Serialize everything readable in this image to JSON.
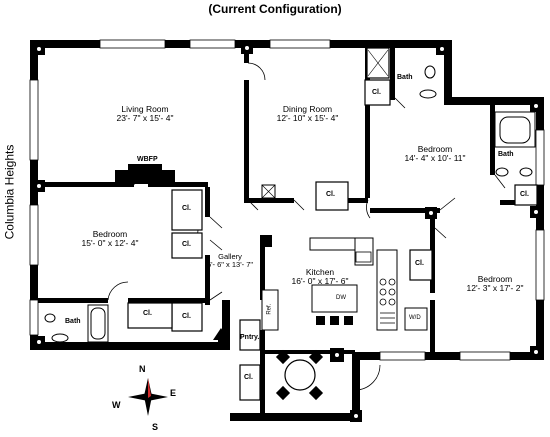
{
  "title": "(Current Configuration)",
  "side_label": "Columbia Heights",
  "rooms": {
    "living_room": {
      "name": "Living Room",
      "dims": "23'- 7\" x 15'- 4\""
    },
    "dining_room": {
      "name": "Dining Room",
      "dims": "12'- 10\" x 15'- 4\""
    },
    "bedroom_1": {
      "name": "Bedroom",
      "dims": "15'- 0\" x 12'- 4\""
    },
    "bedroom_2": {
      "name": "Bedroom",
      "dims": "14'- 4\" x 10'- 11\""
    },
    "bedroom_3": {
      "name": "Bedroom",
      "dims": "12'- 3\" x 17'- 2\""
    },
    "gallery": {
      "name": "Gallery",
      "dims": "6'- 6\" x 13'- 7\""
    },
    "kitchen": {
      "name": "Kitchen",
      "dims": "16'- 0\" x 17'- 6\""
    }
  },
  "labels": {
    "wbfp": "WBFP",
    "bath": "Bath",
    "closet": "Cl.",
    "pantry": "Pntry.",
    "refrigerator": "Ref.",
    "dishwasher": "DW",
    "washer_dryer": "W/D"
  },
  "compass": {
    "n": "N",
    "s": "S",
    "e": "E",
    "w": "W"
  }
}
